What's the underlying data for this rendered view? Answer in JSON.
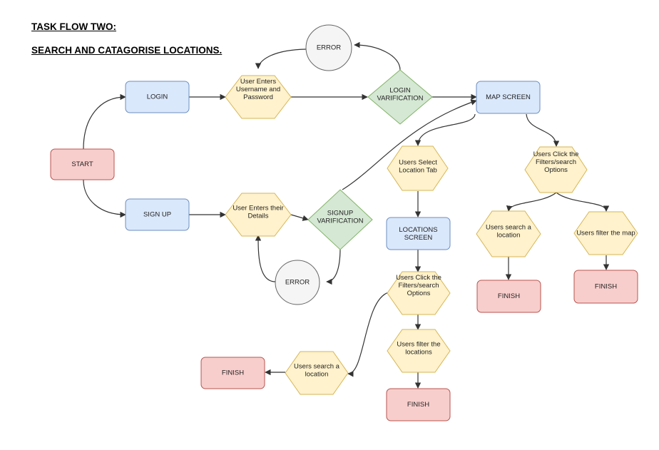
{
  "header": {
    "title_line1": "TASK FLOW TWO:",
    "title_line2": "SEARCH AND CATAGORISE LOCATIONS."
  },
  "colors": {
    "blue_fill": "#dae8fc",
    "blue_stroke": "#6c8ebf",
    "red_fill": "#f8cecc",
    "red_stroke": "#b85450",
    "yellow_fill": "#fff2cc",
    "yellow_stroke": "#d6b656",
    "green_fill": "#d5e8d4",
    "green_stroke": "#82b366",
    "grey_fill": "#f5f5f5",
    "grey_stroke": "#666666"
  },
  "nodes": {
    "start": "START",
    "login": "LOGIN",
    "signup": "SIGN UP",
    "user_enters_credentials": "User Enters\nUsername and\nPassword",
    "user_enters_details": "User Enters their\nDetails",
    "error_top": "ERROR",
    "error_bottom": "ERROR",
    "login_verification": "LOGIN\nVARIFICATION",
    "signup_verification": "SIGNUP\nVARIFICATION",
    "map_screen": "MAP SCREEN",
    "select_location_tab": "Users Select\nLocation Tab",
    "locations_screen": "LOCATIONS\nSCREEN",
    "click_filters_left": "Users Click the\nFilters/search\nOptions",
    "filter_locations": "Users filter the\nlocations",
    "search_location_left": "Users search a\nlocation",
    "finish_left": "FINISH",
    "finish_bottom": "FINISH",
    "click_filters_right": "Users Click the\nFilters/search\nOptions",
    "search_location_right": "Users search a\nlocation",
    "filter_map": "Users filter the map",
    "finish_right_a": "FINISH",
    "finish_right_b": "FINISH"
  }
}
